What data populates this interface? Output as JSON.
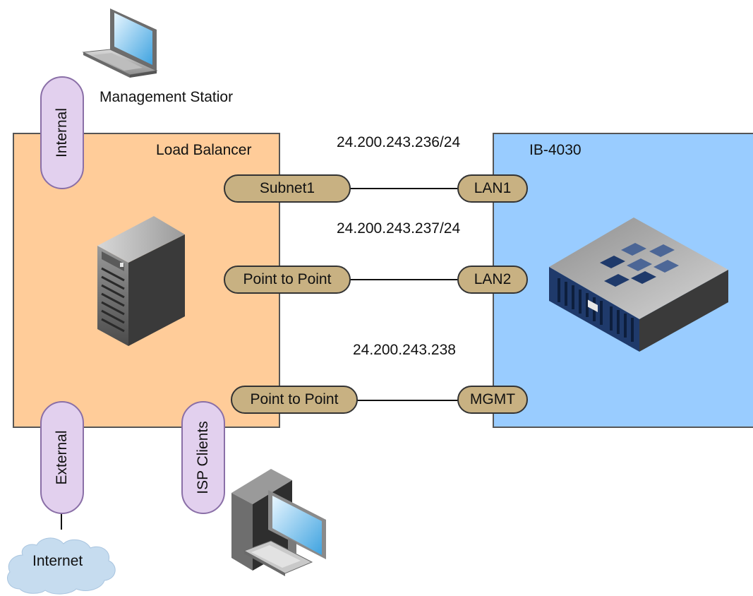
{
  "diagram": {
    "load_balancer": {
      "title": "Load Balancer",
      "ports": [
        "Subnet1",
        "Point to Point",
        "Point to Point"
      ]
    },
    "appliance": {
      "title": "IB-4030",
      "ports": [
        "LAN1",
        "LAN2",
        "MGMT"
      ]
    },
    "ip_labels": [
      "24.200.243.236/24",
      "24.200.243.237/24",
      "24.200.243.238"
    ],
    "interfaces": {
      "internal": "Internal",
      "external": "External",
      "isp_clients": "ISP Clients"
    },
    "management_station": "Management Statior",
    "internet": "Internet",
    "colors": {
      "load_balancer_fill": "#ffcc99",
      "appliance_fill": "#99ccff",
      "port_pill_fill": "#c8b182",
      "interface_pill_fill": "#e2d0ee",
      "cloud_fill": "#c6dcef"
    },
    "icons": {
      "management_station": "laptop-icon",
      "load_balancer": "server-tower-icon",
      "appliance": "network-appliance-icon",
      "isp_clients": "desktop-computer-icon",
      "internet": "cloud-icon"
    }
  }
}
